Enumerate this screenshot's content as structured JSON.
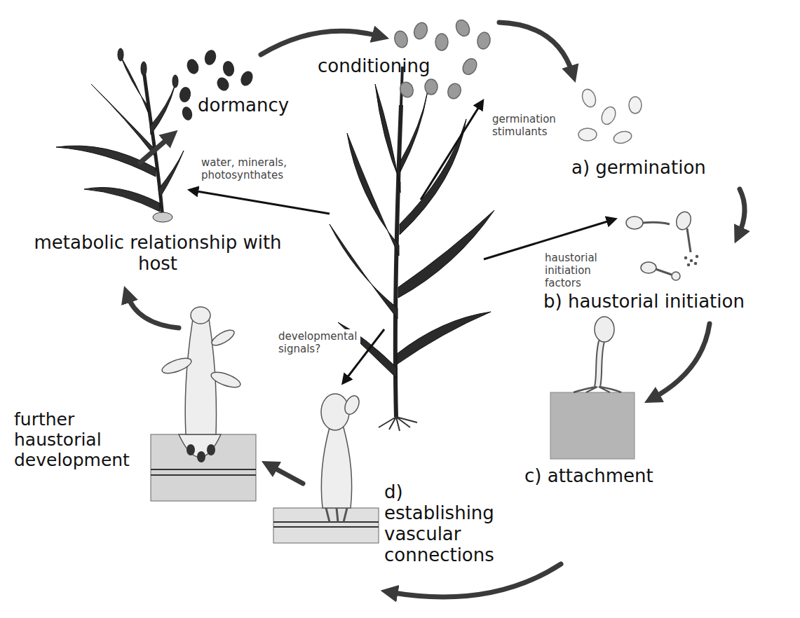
{
  "diagram": {
    "labels": [
      "dormancy",
      "conditioning",
      "germination stimulants",
      "a) germination",
      "water, minerals, photosynthates",
      "metabolic relationship with host",
      "haustorial initiation factors",
      "b) haustorial initiation",
      "developmental signals?",
      "further haustorial development",
      "d) establishing vascular connections",
      "c) attachment"
    ]
  }
}
